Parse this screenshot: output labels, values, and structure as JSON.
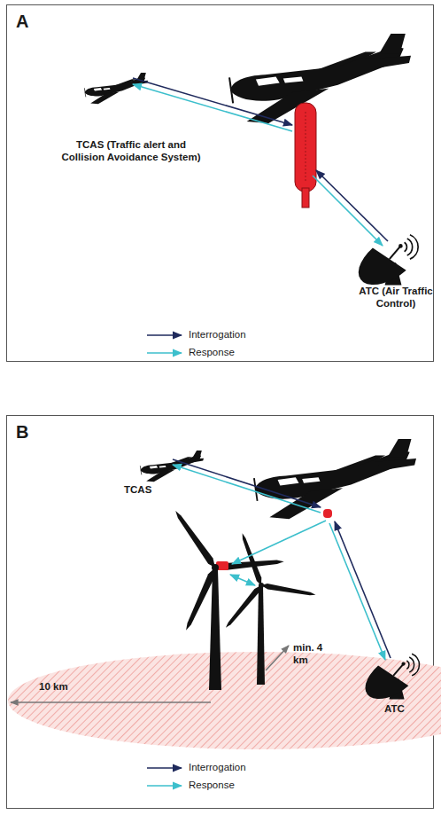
{
  "diagram": {
    "labels": [
      "A",
      "TCAS (Traffic alert and Collision Avoidance System)",
      "ATC (Air Traffic Control)",
      "B",
      "TCAS",
      "ATC",
      "10 km",
      "min. 4 km"
    ],
    "legend": [
      {
        "text": "Interrogation"
      },
      {
        "text": "Response"
      },
      {
        "text": "Interrogation"
      },
      {
        "text": "Response"
      }
    ]
  }
}
